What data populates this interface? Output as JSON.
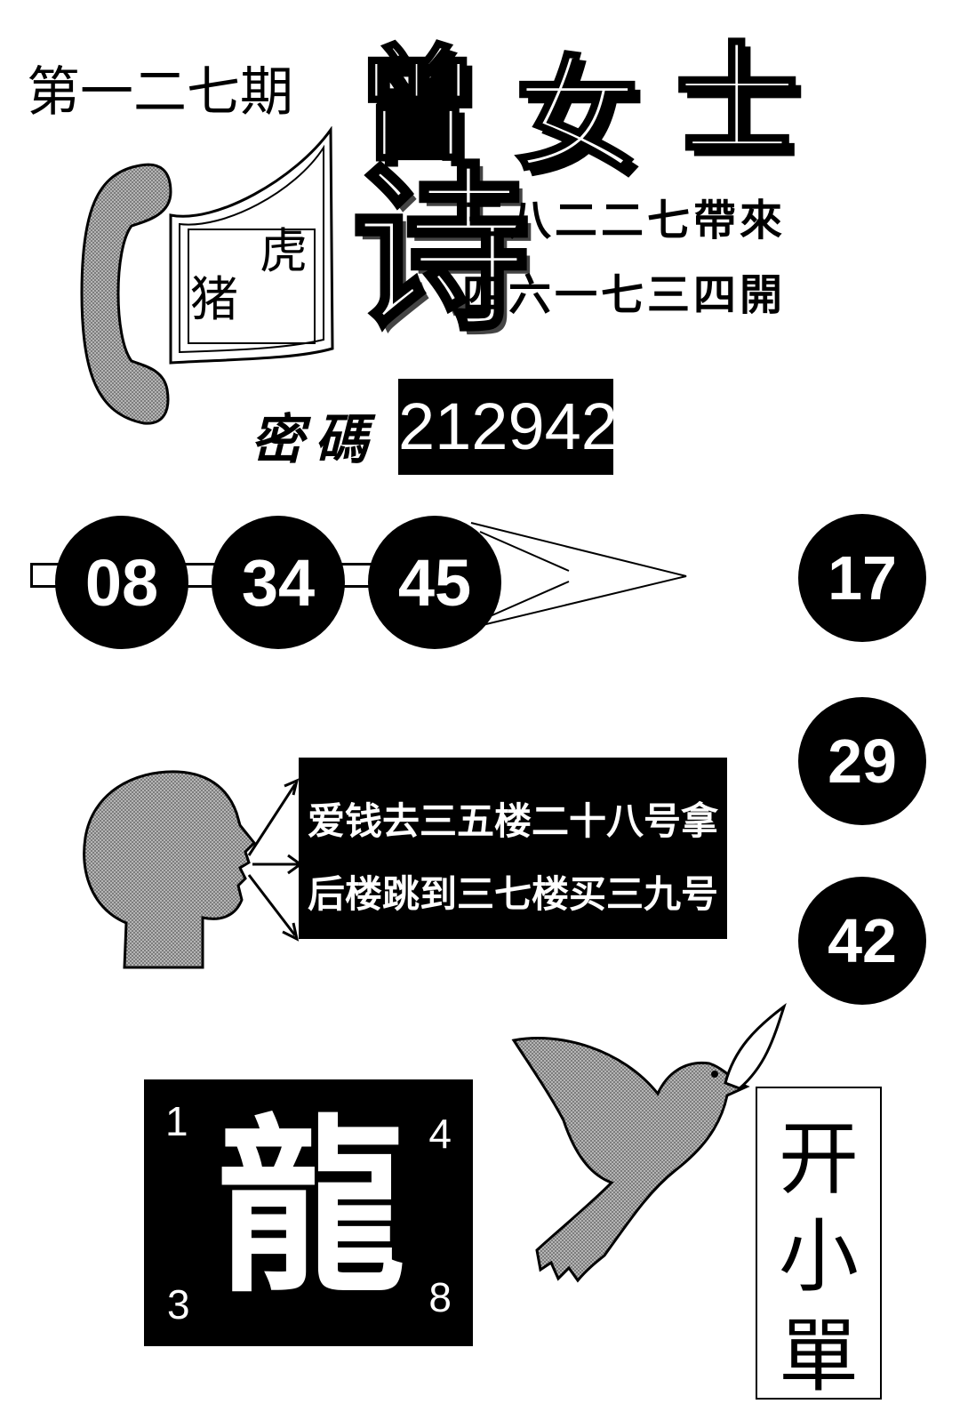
{
  "header": {
    "issue": "第一二七期",
    "brand": [
      "曾",
      "女",
      "士"
    ]
  },
  "note_card": {
    "upper": "虎",
    "lower": "猪"
  },
  "poem": {
    "title_char": "诗",
    "line1": "三八二二七帶來",
    "line2": "四六一七三四開"
  },
  "secret_code": {
    "label": "密碼",
    "value": "212942"
  },
  "balls_row": [
    "08",
    "34",
    "45"
  ],
  "balls_right": [
    "17",
    "29",
    "42"
  ],
  "speech": {
    "line1": "爱钱去三五楼二十八号拿",
    "line2": "后楼跳到三七楼买三九号"
  },
  "dragon_box": {
    "char": "龍",
    "top_left": "1",
    "top_right": "4",
    "bottom_left": "3",
    "bottom_right": "8"
  },
  "tip": [
    "开",
    "小",
    "單"
  ],
  "colors": {
    "ink": "#000000",
    "paper": "#ffffff",
    "halftone": "#9a9a9a"
  }
}
